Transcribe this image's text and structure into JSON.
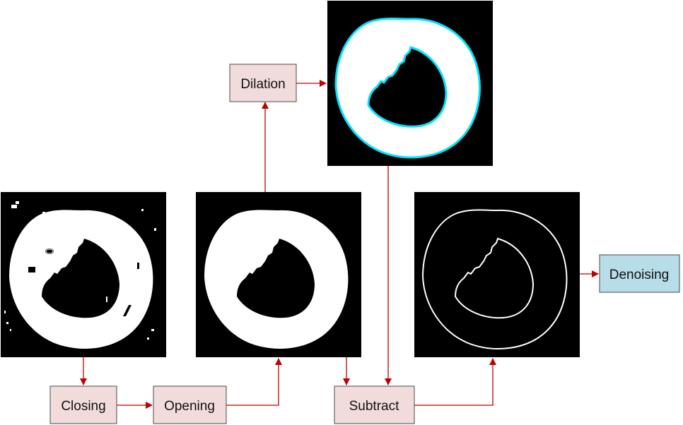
{
  "steps": {
    "closing": {
      "label": "Closing"
    },
    "opening": {
      "label": "Opening"
    },
    "dilation": {
      "label": "Dilation"
    },
    "subtract": {
      "label": "Subtract"
    },
    "denoising": {
      "label": "Denoising"
    }
  },
  "colors": {
    "op_box_fill": "#f2dcdb",
    "final_box_fill": "#b7dde8",
    "box_stroke": "#4a4a4a",
    "arrow": "#c00000",
    "image_background": "#000000",
    "ring": "#ffffff",
    "dilation_outline": "#00e5ff"
  },
  "images": {
    "input": {
      "content": "noisy-binary-ring"
    },
    "after_opening": {
      "content": "clean-filled-ring"
    },
    "after_dilation": {
      "content": "dilated-ring-with-cyan-outline"
    },
    "edge_result": {
      "content": "ring-boundary-edges"
    }
  }
}
